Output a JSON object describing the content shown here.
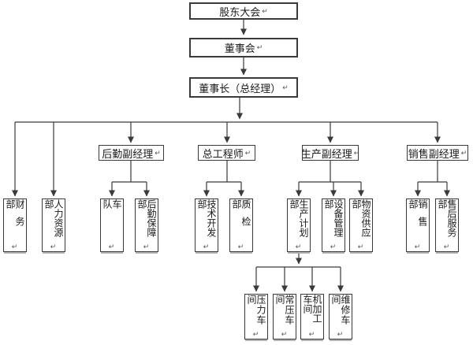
{
  "marks": {
    "paragraph": "↵"
  },
  "colors": {
    "background": "#ffffff",
    "line": "#3a3a3a",
    "box_border": "#3a3a3a",
    "box_shadow": "#b3b3b3",
    "spellcheck_underline": "#2fa52f"
  },
  "nodes": {
    "shareholders": {
      "label": "股东大会"
    },
    "board": {
      "label": "董事会"
    },
    "chairman": {
      "label": "董事长（总经理）"
    },
    "logistics": {
      "label": "后勤副经理"
    },
    "engineer": {
      "label": "总工程师"
    },
    "production": {
      "label": "生产副经理"
    },
    "sales": {
      "label": "销售副经理"
    },
    "finance": {
      "label": "财务部"
    },
    "hr": {
      "label": "人力资源部"
    },
    "fleet": {
      "label": "车队"
    },
    "support": {
      "label": "后勤保障部"
    },
    "techdev": {
      "label": "技术开发部"
    },
    "qc": {
      "label": "质检部"
    },
    "plan": {
      "label": "生产计划部"
    },
    "equipment": {
      "label": "设备管理部"
    },
    "material": {
      "label": "物资供应部"
    },
    "salesdept": {
      "label": "销售部"
    },
    "aftersales": {
      "label": "售后服务部"
    },
    "w_pressure": {
      "label": "压力车间"
    },
    "w_atmos": {
      "label": "常压车间"
    },
    "w_machining": {
      "label": "机加工车间"
    },
    "w_maintenance": {
      "label": "维修车间"
    }
  },
  "hierarchy": {
    "root": "shareholders",
    "edges": [
      [
        "shareholders",
        "board"
      ],
      [
        "board",
        "chairman"
      ],
      [
        "chairman",
        "finance"
      ],
      [
        "chairman",
        "hr"
      ],
      [
        "chairman",
        "logistics"
      ],
      [
        "chairman",
        "engineer"
      ],
      [
        "chairman",
        "production"
      ],
      [
        "chairman",
        "sales"
      ],
      [
        "logistics",
        "fleet"
      ],
      [
        "logistics",
        "support"
      ],
      [
        "engineer",
        "techdev"
      ],
      [
        "engineer",
        "qc"
      ],
      [
        "production",
        "plan"
      ],
      [
        "production",
        "equipment"
      ],
      [
        "production",
        "material"
      ],
      [
        "sales",
        "salesdept"
      ],
      [
        "sales",
        "aftersales"
      ],
      [
        "plan",
        "w_pressure"
      ],
      [
        "plan",
        "w_atmos"
      ],
      [
        "plan",
        "w_machining"
      ],
      [
        "plan",
        "w_maintenance"
      ]
    ]
  }
}
